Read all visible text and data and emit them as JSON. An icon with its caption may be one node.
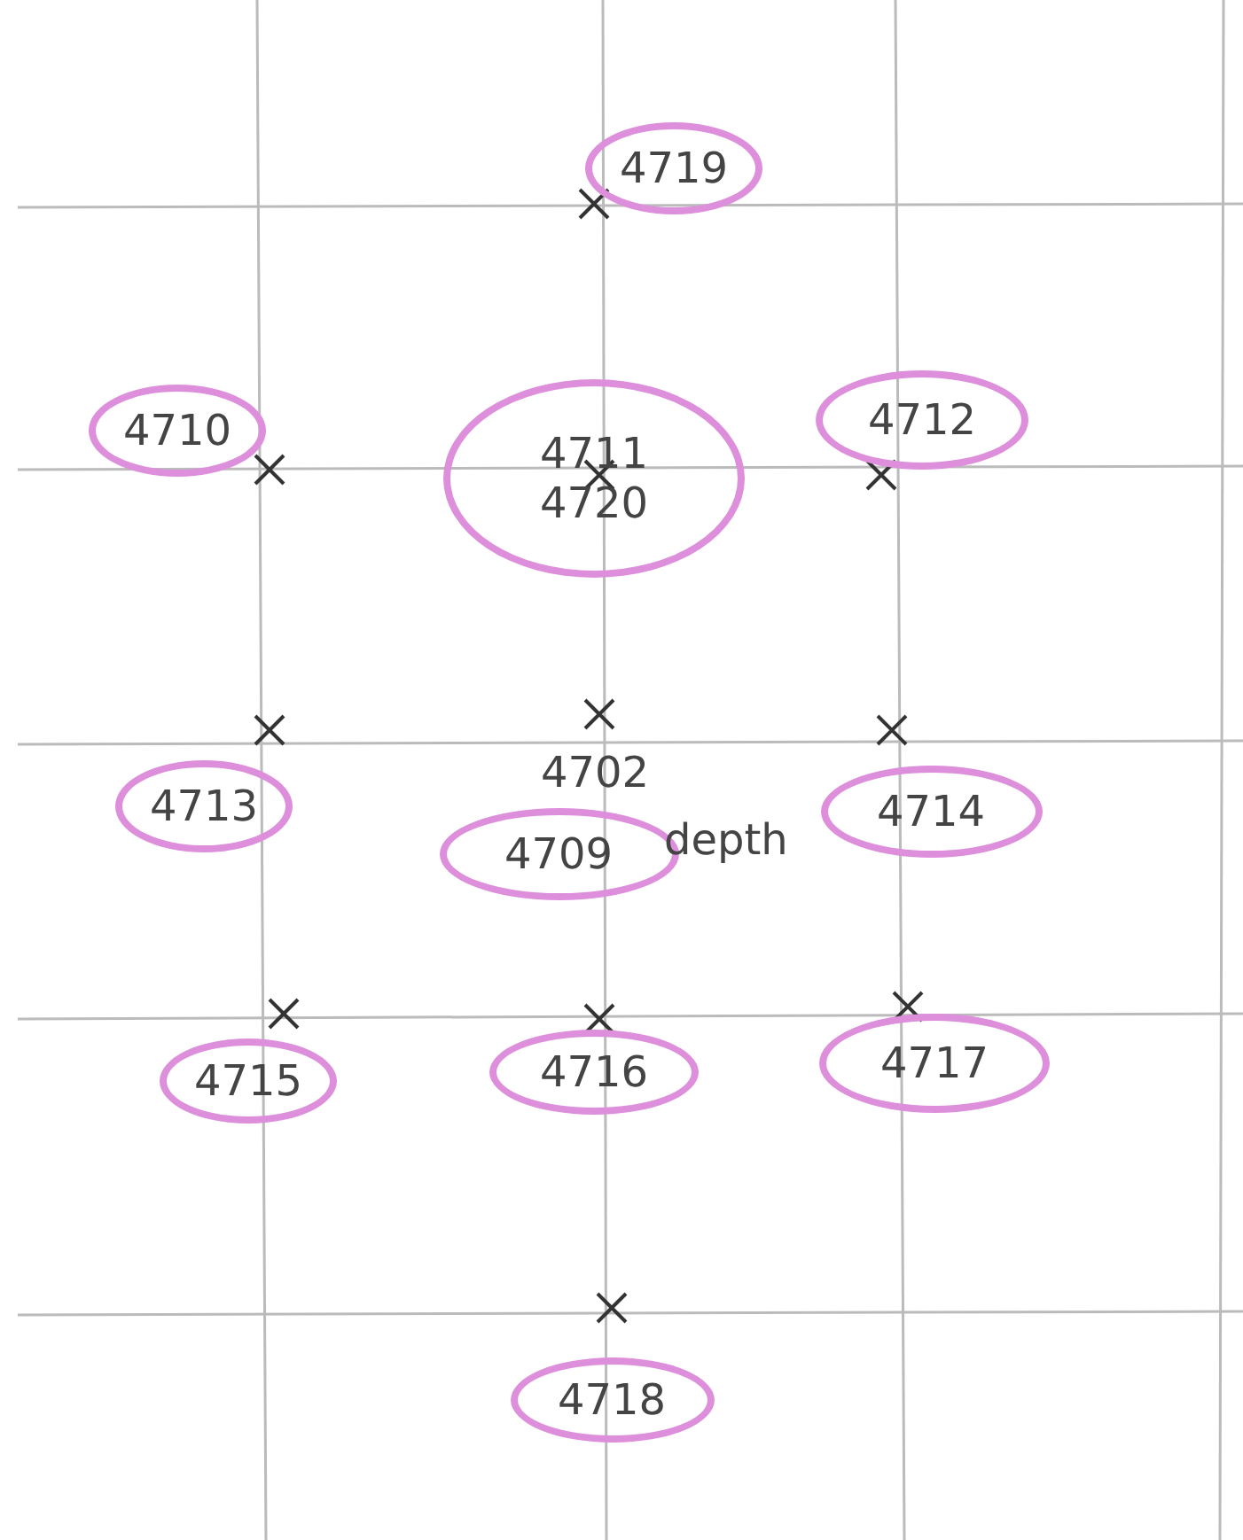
{
  "diagram": {
    "nodes": [
      {
        "text": [
          "4719"
        ]
      },
      {
        "text": [
          "4710"
        ]
      },
      {
        "text": [
          "4711",
          "4720"
        ]
      },
      {
        "text": [
          "4712"
        ]
      },
      {
        "text": [
          "4713"
        ]
      },
      {
        "text": [
          "4709"
        ],
        "beside": [
          "depth"
        ]
      },
      {
        "text": [
          "4714"
        ]
      },
      {
        "text": [
          "4715"
        ]
      },
      {
        "text": [
          "4716"
        ]
      },
      {
        "text": [
          "4717"
        ]
      },
      {
        "text": [
          "4718"
        ]
      }
    ],
    "edges": [],
    "labels": [
      "4702"
    ]
  }
}
